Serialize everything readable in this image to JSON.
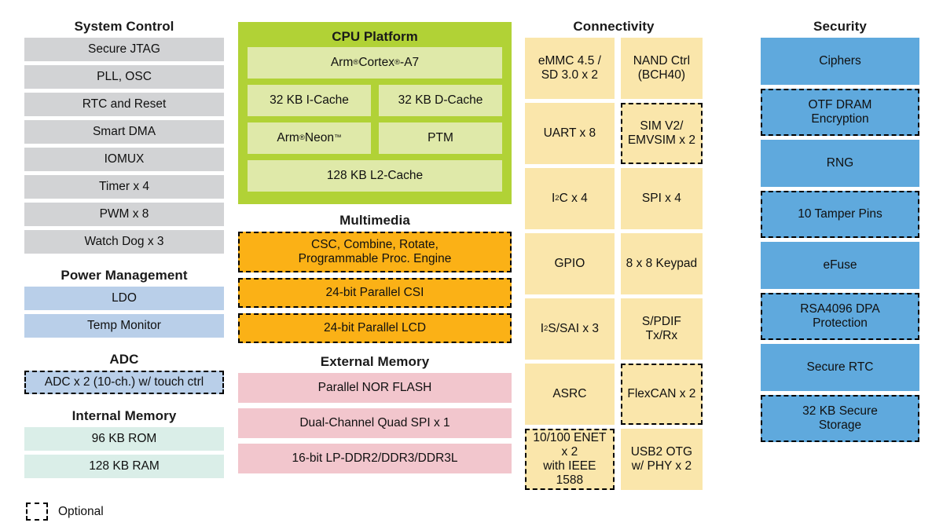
{
  "colors": {
    "system_control": "#d2d3d5",
    "power_management": "#b9cfe9",
    "adc": "#b9cfe9",
    "internal_memory": "#daeee8",
    "cpu_panel": "#b1d236",
    "cpu_block": "#dfe9a9",
    "multimedia": "#fbb116",
    "external_memory": "#f2c6cd",
    "connectivity": "#fae6ab",
    "security": "#5fa9dd",
    "optional_border": "#000000",
    "page_background": "#ffffff"
  },
  "legend": {
    "optional_label": "Optional"
  },
  "system_control": {
    "title": "System Control",
    "blocks": [
      {
        "label": "Secure JTAG",
        "optional": false
      },
      {
        "label": "PLL, OSC",
        "optional": false
      },
      {
        "label": "RTC and Reset",
        "optional": false
      },
      {
        "label": "Smart DMA",
        "optional": false
      },
      {
        "label": "IOMUX",
        "optional": false
      },
      {
        "label": "Timer x 4",
        "optional": false
      },
      {
        "label": "PWM x 8",
        "optional": false
      },
      {
        "label": "Watch Dog x 3",
        "optional": false
      }
    ]
  },
  "power_management": {
    "title": "Power Management",
    "blocks": [
      {
        "label": "LDO",
        "optional": false
      },
      {
        "label": "Temp Monitor",
        "optional": false
      }
    ]
  },
  "adc": {
    "title": "ADC",
    "blocks": [
      {
        "label": "ADC x 2 (10-ch.) w/ touch ctrl",
        "optional": true
      }
    ]
  },
  "internal_memory": {
    "title": "Internal Memory",
    "blocks": [
      {
        "label": "96 KB ROM",
        "optional": false
      },
      {
        "label": "128 KB RAM",
        "optional": false
      }
    ]
  },
  "cpu_platform": {
    "title": "CPU Platform",
    "rows": [
      {
        "cells": [
          {
            "label_html": "Arm<sup>&reg;</sup> Cortex<sup>&reg;</sup>-A7",
            "span": "full"
          }
        ]
      },
      {
        "cells": [
          {
            "label_html": "32 KB I-Cache",
            "span": "half"
          },
          {
            "label_html": "32 KB D-Cache",
            "span": "half"
          }
        ]
      },
      {
        "cells": [
          {
            "label_html": "Arm<sup>&reg;</sup> Neon<sup>&trade;</sup>",
            "span": "half"
          },
          {
            "label_html": "PTM",
            "span": "half"
          }
        ]
      },
      {
        "cells": [
          {
            "label_html": "128 KB L2-Cache",
            "span": "full"
          }
        ]
      }
    ]
  },
  "multimedia": {
    "title": "Multimedia",
    "blocks": [
      {
        "label": "CSC, Combine, Rotate,\nProgrammable Proc. Engine",
        "optional": true,
        "height": 52
      },
      {
        "label": "24-bit Parallel CSI",
        "optional": true,
        "height": 38
      },
      {
        "label": "24-bit Parallel LCD",
        "optional": true,
        "height": 38
      }
    ]
  },
  "external_memory": {
    "title": "External Memory",
    "blocks": [
      {
        "label": "Parallel NOR FLASH",
        "optional": false
      },
      {
        "label": "Dual-Channel Quad SPI  x 1",
        "optional": false
      },
      {
        "label": "16-bit LP-DDR2/DDR3/DDR3L",
        "optional": false
      }
    ]
  },
  "connectivity": {
    "title": "Connectivity",
    "rows": [
      {
        "left": {
          "label_html": "eMMC 4.5 /<br>SD 3.0 x 2",
          "optional": false
        },
        "right": {
          "label_html": "NAND Ctrl<br>(BCH40)",
          "optional": false
        }
      },
      {
        "left": {
          "label_html": "UART x 8",
          "optional": false
        },
        "right": {
          "label_html": "SIM V2/<br>EMVSIM x 2",
          "optional": true
        }
      },
      {
        "left": {
          "label_html": "I<sup>2</sup>C x 4",
          "optional": false
        },
        "right": {
          "label_html": "SPI  x 4",
          "optional": false
        }
      },
      {
        "left": {
          "label_html": "GPIO",
          "optional": false
        },
        "right": {
          "label_html": "8 x 8 Keypad",
          "optional": false
        }
      },
      {
        "left": {
          "label_html": "I<sup>2</sup>S/SAI x 3",
          "optional": false
        },
        "right": {
          "label_html": "S/PDIF Tx/Rx",
          "optional": false
        }
      },
      {
        "left": {
          "label_html": "ASRC",
          "optional": false
        },
        "right": {
          "label_html": "FlexCAN x 2",
          "optional": true
        }
      },
      {
        "left": {
          "label_html": "10/100 ENET x 2<br>with IEEE 1588",
          "optional": true
        },
        "right": {
          "label_html": "USB2 OTG<br>w/ PHY x 2",
          "optional": false
        }
      }
    ]
  },
  "security": {
    "title": "Security",
    "blocks": [
      {
        "label": "Ciphers",
        "optional": false
      },
      {
        "label": "OTF DRAM\nEncryption",
        "optional": true
      },
      {
        "label": "RNG",
        "optional": false
      },
      {
        "label": "10 Tamper Pins",
        "optional": true
      },
      {
        "label": "eFuse",
        "optional": false
      },
      {
        "label": "RSA4096 DPA\nProtection",
        "optional": true
      },
      {
        "label": "Secure RTC",
        "optional": false
      },
      {
        "label": "32 KB Secure\nStorage",
        "optional": true
      }
    ]
  }
}
